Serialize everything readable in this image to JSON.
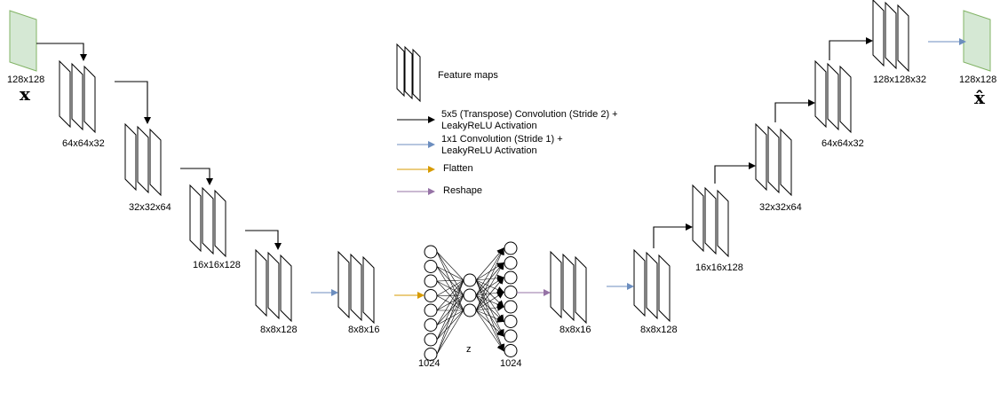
{
  "input": {
    "dims": "128x128",
    "symbol": "x"
  },
  "output": {
    "dims": "128x128",
    "symbol": "x̂"
  },
  "encoder": [
    {
      "dims": "64x64x32"
    },
    {
      "dims": "32x32x64"
    },
    {
      "dims": "16x16x128"
    },
    {
      "dims": "8x8x128"
    },
    {
      "dims": "8x8x16"
    }
  ],
  "decoder": [
    {
      "dims": "8x8x16"
    },
    {
      "dims": "8x8x128"
    },
    {
      "dims": "16x16x128"
    },
    {
      "dims": "32x32x64"
    },
    {
      "dims": "64x64x32"
    },
    {
      "dims": "128x128x32"
    }
  ],
  "dense": {
    "left_label": "1024",
    "center_label": "z",
    "right_label": "1024"
  },
  "legend": {
    "feature_maps": "Feature maps",
    "conv_line1": "5x5 (Transpose) Convolution (Stride 2) +",
    "conv_line2": "LeakyReLU Activation",
    "conv1_line1": "1x1 Convolution (Stride 1) +",
    "conv1_line2": "LeakyReLU Activation",
    "flatten": "Flatten",
    "reshape": "Reshape"
  },
  "colors": {
    "conv": "#000000",
    "conv1x1": "#6c8ebf",
    "flatten": "#d79b00",
    "reshape": "#9673a6",
    "io_fill": "#d5e8d4",
    "io_stroke": "#82b366"
  }
}
